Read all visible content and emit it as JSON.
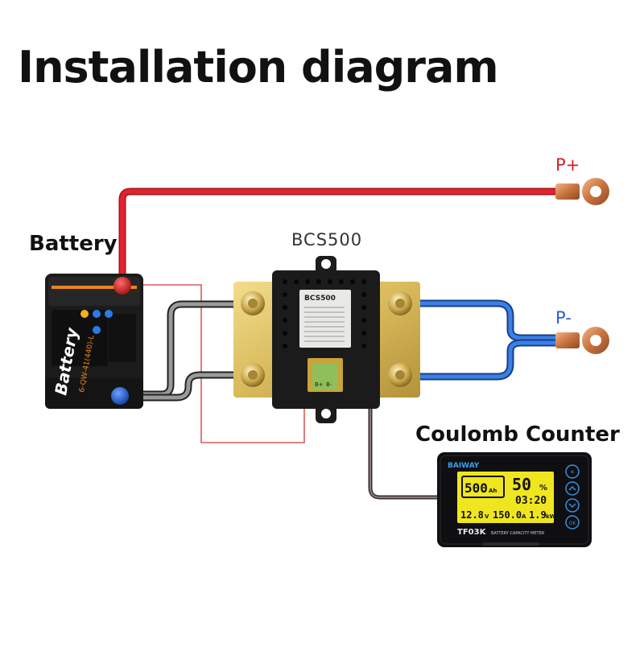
{
  "title": "Installation diagram",
  "labels": {
    "battery": "Battery",
    "shunt": "BCS500",
    "positive_terminal": "P+",
    "negative_terminal": "P-",
    "coulomb_counter": "Coulomb Counter"
  },
  "battery": {
    "case_text": "Battery",
    "model_text": "6-QW-41(440)-L"
  },
  "shunt_module": {
    "brand": "BCS500",
    "connector_pins": [
      "B+",
      "B-"
    ]
  },
  "meter": {
    "brand": "BAIWAY",
    "model": "TF03K",
    "subtitle": "BATTERY CAPACITY METER",
    "capacity": "500",
    "capacity_unit": "Ah",
    "percent": "50",
    "percent_unit": "%",
    "time": "03:20",
    "voltage": "12.8",
    "voltage_unit": "V",
    "current": "150.0",
    "current_unit": "A",
    "power": "1.9",
    "power_unit": "kW",
    "ok_button": "OK"
  },
  "colors": {
    "positive_wire": "#e0242f",
    "negative_wire": "#2b6fd6",
    "shunt_brass": "#d8b95a",
    "lcd_background": "#f0e61f",
    "signal_wire": "#d95a5a"
  }
}
